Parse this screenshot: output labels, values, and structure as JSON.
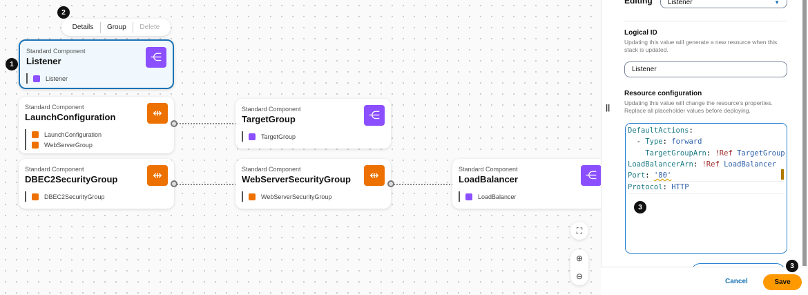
{
  "toolbar": {
    "details": "Details",
    "group": "Group",
    "delete": "Delete"
  },
  "badges": [
    "1",
    "2",
    "3",
    "3"
  ],
  "colors": {
    "purple": "#8c4fff",
    "orange": "#ed7100",
    "accent": "#1a73b4",
    "save": "#ff9900"
  },
  "nodes": [
    {
      "sub": "Standard Component",
      "title": "Listener",
      "icon": "share-nodes-icon",
      "items": [
        "Listener"
      ]
    },
    {
      "sub": "Standard Component",
      "title": "LaunchConfiguration",
      "icon": "auto-scaling-icon",
      "items": [
        "LaunchConfiguration",
        "WebServerGroup"
      ]
    },
    {
      "sub": "Standard Component",
      "title": "DBEC2SecurityGroup",
      "icon": "auto-scaling-icon",
      "items": [
        "DBEC2SecurityGroup"
      ]
    },
    {
      "sub": "Standard Component",
      "title": "TargetGroup",
      "icon": "share-nodes-icon",
      "items": [
        "TargetGroup"
      ]
    },
    {
      "sub": "Standard Component",
      "title": "WebServerSecurityGroup",
      "icon": "auto-scaling-icon",
      "items": [
        "WebServerSecurityGroup"
      ]
    },
    {
      "sub": "Standard Component",
      "title": "LoadBalancer",
      "icon": "share-nodes-icon",
      "items": [
        "LoadBalancer"
      ]
    }
  ],
  "panel": {
    "editing_label": "Editing",
    "editing_value": "Listener",
    "logical_id_label": "Logical ID",
    "logical_id_desc": "Updating this value will generate a new resource when this stack is updated.",
    "logical_id_value": "Listener",
    "resource_label": "Resource configuration",
    "resource_desc": "Updating this value will change the resource's properties. Replace all placeholder values before deploying.",
    "code": {
      "l1k": "DefaultActions",
      "l2k": "Type",
      "l2v": "forward",
      "l3k": "TargetGroupArn",
      "l3r": "!Ref",
      "l3v": "TargetGroup",
      "l4k": "LoadBalancerArn",
      "l4r": "!Ref",
      "l4v": "LoadBalancer",
      "l5k": "Port",
      "l5v": "'80'",
      "l6k": "Protocol",
      "l6v": "HTTP"
    },
    "cancel": "Cancel",
    "save": "Save"
  }
}
